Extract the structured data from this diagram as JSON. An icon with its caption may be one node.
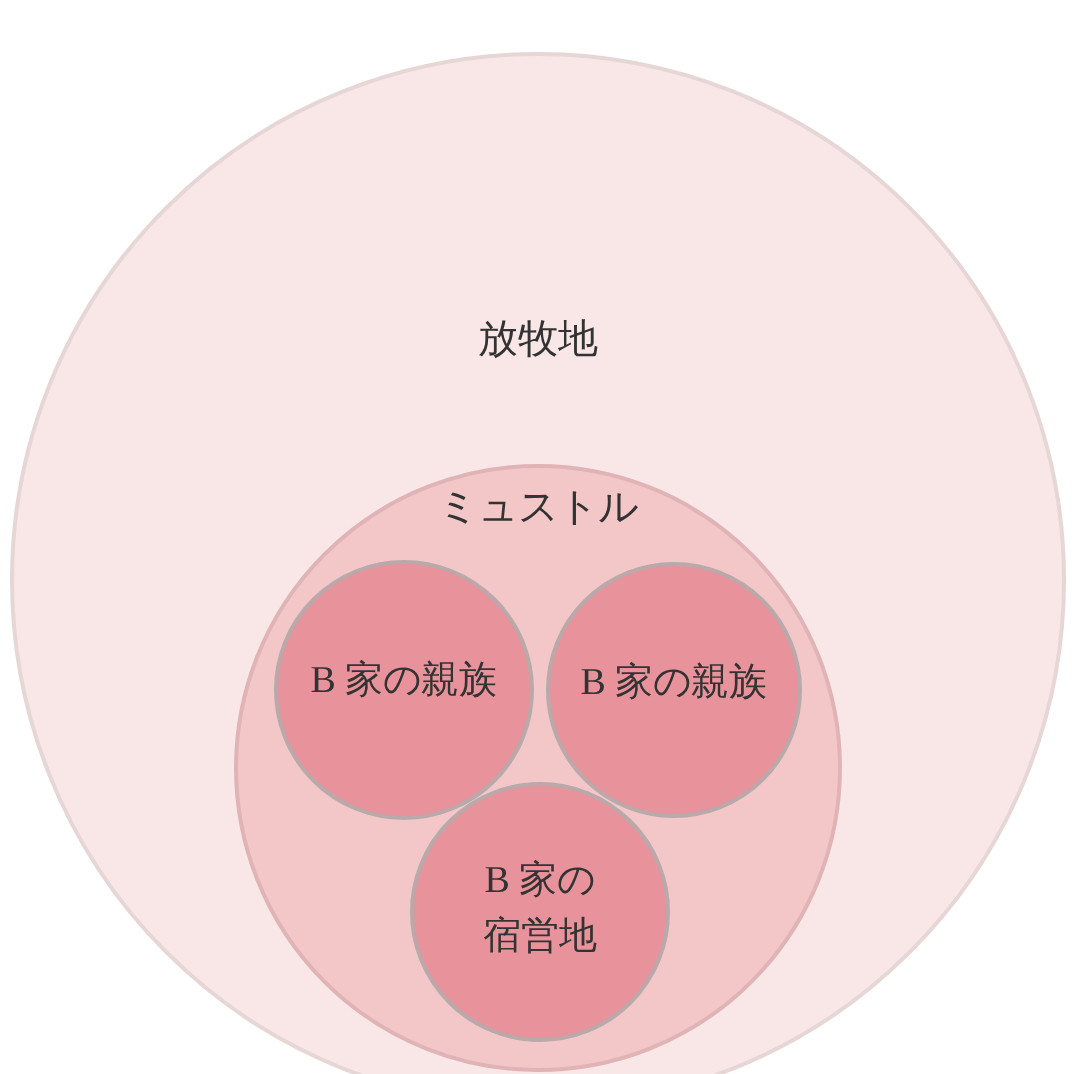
{
  "diagram": {
    "nodes": [
      {
        "text": [
          "放牧地"
        ]
      },
      {
        "text": [
          "ミュストル"
        ],
        "in": 0
      },
      {
        "text": [
          "B 家の親族"
        ],
        "in": 1
      },
      {
        "text": [
          "B 家の親族"
        ],
        "in": 1
      },
      {
        "text": [
          "B 家の宿営地"
        ],
        "in": 1
      }
    ]
  }
}
